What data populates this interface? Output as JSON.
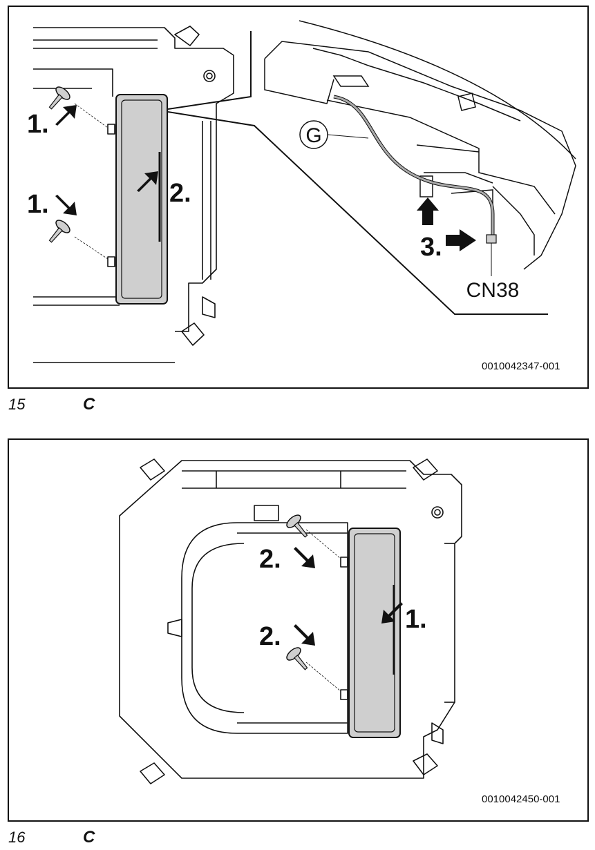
{
  "figure1": {
    "id": "0010042347-001",
    "number": "15",
    "letter": "C",
    "steps": {
      "s1a": "1.",
      "s1b": "1.",
      "s2": "2.",
      "s3": "3."
    },
    "labels": {
      "g": "G",
      "cn": "CN38"
    }
  },
  "figure2": {
    "id": "0010042450-001",
    "number": "16",
    "letter": "C",
    "steps": {
      "s1": "1.",
      "s2a": "2.",
      "s2b": "2."
    }
  }
}
